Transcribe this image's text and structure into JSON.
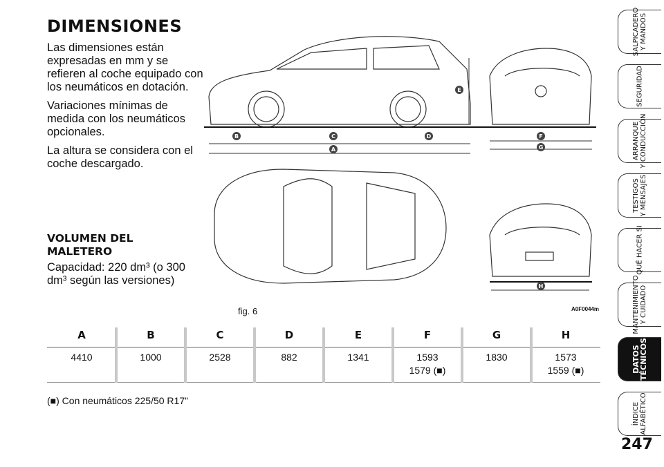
{
  "heading": "DIMENSIONES",
  "paragraphs": [
    "Las dimensiones están expresadas en mm y se refieren al coche equipado con los neumáticos en dotación.",
    "Variaciones mínimas de medida con los neumáticos opcionales.",
    "La altura se considera con el coche descargado."
  ],
  "subheading": "VOLUMEN DEL MALETERO",
  "capacity_text": "Capacidad: 220 dm³ (o 300 dm³ según las versiones)",
  "fig_caption": "fig. 6",
  "fig_code": "A0F0044m",
  "dim_labels": [
    "A",
    "B",
    "C",
    "D",
    "E",
    "F",
    "G",
    "H"
  ],
  "table": {
    "headers": [
      "A",
      "B",
      "C",
      "D",
      "E",
      "F",
      "G",
      "H"
    ],
    "values": [
      "4410",
      "1000",
      "2528",
      "882",
      "1341",
      "1593",
      "1830",
      "1573"
    ],
    "alt_values": [
      "",
      "",
      "",
      "",
      "",
      "1579 (■)",
      "",
      "1559 (■)"
    ]
  },
  "footnote": "(■) Con neumáticos 225/50 R17”",
  "sidebar_tabs": [
    "SALPICADERO\nY MANDOS",
    "SEGURIDAD",
    "ARRANQUE\nY CONDUCCIÓN",
    "TESTIGOS\nY MENSAJES",
    "QUÉ HACER SI",
    "MANTENIMIENTO\nY CUIDADO",
    "DATOS\nTÉCNICOS",
    "ÍNDICE\nALFABÉTICO"
  ],
  "active_tab": "DATOS\nTÉCNICOS",
  "page_number": "247"
}
